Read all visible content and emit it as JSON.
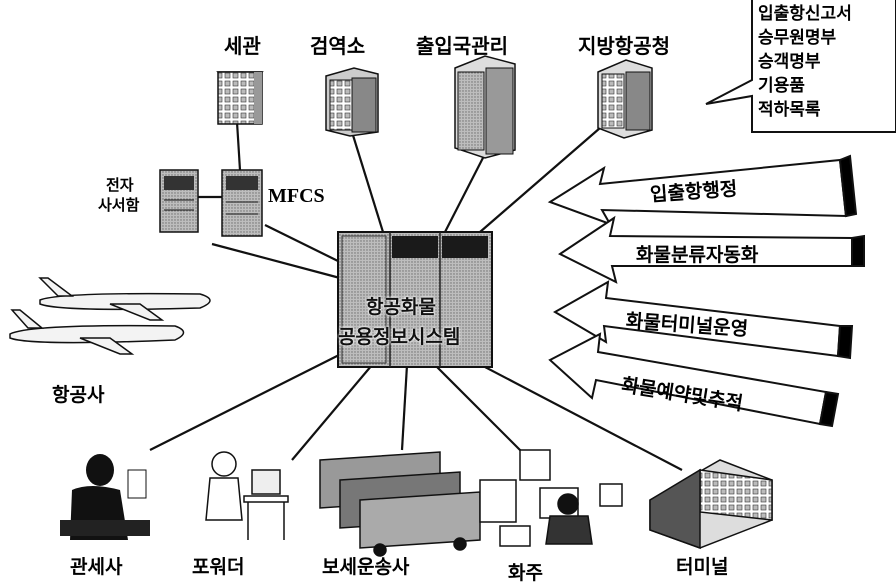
{
  "nodes": {
    "customs": "세관",
    "quarantine": "검역소",
    "immigration": "출입국관리",
    "regional_aviation": "지방항공청",
    "e_mailbox_line1": "전자",
    "e_mailbox_line2": "사서함",
    "mfcs": "MFCS",
    "airline": "항공사",
    "customs_broker": "관세사",
    "forwarder": "포워더",
    "bonded_transport": "보세운송사",
    "shipper": "화주",
    "terminal": "터미널"
  },
  "center": {
    "line1": "항공화물",
    "line2": "공용정보시스템"
  },
  "documents": [
    "입출항신고서",
    "승무원명부",
    "승객명부",
    "기용품",
    "적하목록"
  ],
  "functions": [
    "입출항행정",
    "화물분류자동화",
    "화물터미널운영",
    "화물예약및추적"
  ]
}
